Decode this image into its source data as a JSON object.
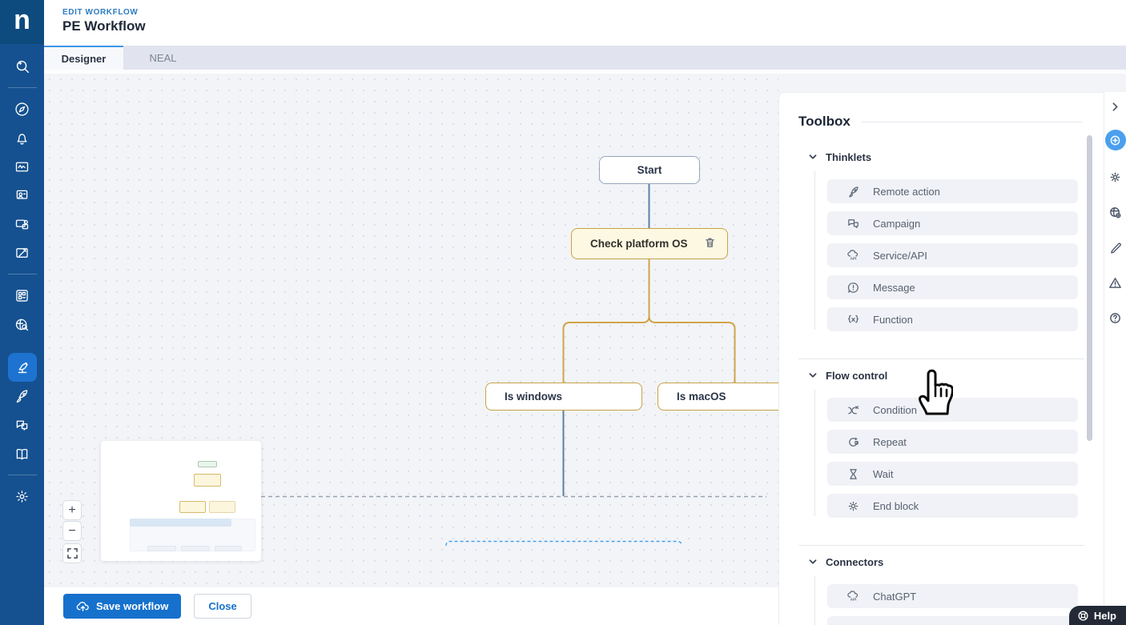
{
  "app": {
    "logo_letter": "n"
  },
  "header": {
    "eyebrow": "EDIT WORKFLOW",
    "title": "PE Workflow"
  },
  "tabs": [
    {
      "label": "Designer"
    },
    {
      "label": "NEAL"
    }
  ],
  "canvas": {
    "nodes": {
      "start": "Start",
      "check": "Check platform OS",
      "windows": "Is windows",
      "macos": "Is macOS"
    },
    "zoom_controls": {
      "zoom_in": "+",
      "zoom_out": "−"
    }
  },
  "toolbox": {
    "title": "Toolbox",
    "sections": [
      {
        "label": "Thinklets",
        "items": [
          {
            "label": "Remote action",
            "icon": "rocket-icon"
          },
          {
            "label": "Campaign",
            "icon": "chat-bubbles-icon"
          },
          {
            "label": "Service/API",
            "icon": "cloud-api-icon"
          },
          {
            "label": "Message",
            "icon": "message-bubble-icon"
          },
          {
            "label": "Function",
            "icon": "function-braces-icon"
          }
        ]
      },
      {
        "label": "Flow control",
        "items": [
          {
            "label": "Condition",
            "icon": "branch-icon"
          },
          {
            "label": "Repeat",
            "icon": "repeat-icon"
          },
          {
            "label": "Wait",
            "icon": "hourglass-icon"
          },
          {
            "label": "End block",
            "icon": "gear-icon"
          }
        ]
      },
      {
        "label": "Connectors",
        "items": [
          {
            "label": "ChatGPT",
            "icon": "cloud-api-icon"
          }
        ]
      }
    ]
  },
  "footer": {
    "save": "Save workflow",
    "close": "Close"
  },
  "help": {
    "label": "Help"
  },
  "colors": {
    "sidebar": "#155190",
    "sidebar_active": "#1e73d0",
    "accent_blue": "#1571cc",
    "node_gold_border": "#c8a249",
    "node_cream": "#fdf8e2",
    "edge_slate": "#5c7fa6",
    "edge_gold": "#d2a44a",
    "canvas_bg": "#f2f4f8"
  }
}
